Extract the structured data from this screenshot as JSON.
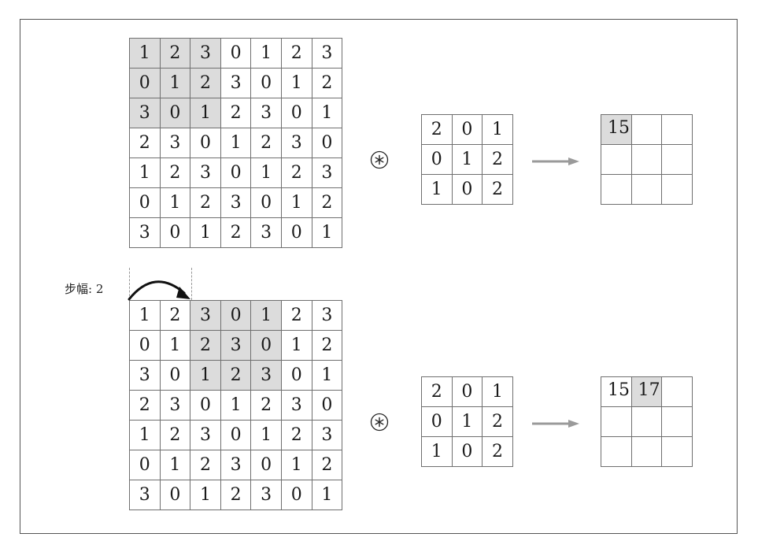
{
  "input_matrix": [
    [
      1,
      2,
      3,
      0,
      1,
      2,
      3
    ],
    [
      0,
      1,
      2,
      3,
      0,
      1,
      2
    ],
    [
      3,
      0,
      1,
      2,
      3,
      0,
      1
    ],
    [
      2,
      3,
      0,
      1,
      2,
      3,
      0
    ],
    [
      1,
      2,
      3,
      0,
      1,
      2,
      3
    ],
    [
      0,
      1,
      2,
      3,
      0,
      1,
      2
    ],
    [
      3,
      0,
      1,
      2,
      3,
      0,
      1
    ]
  ],
  "kernel": [
    [
      2,
      0,
      1
    ],
    [
      0,
      1,
      2
    ],
    [
      1,
      0,
      2
    ]
  ],
  "panels": [
    {
      "window_row": 0,
      "window_col": 0,
      "outputs": [
        "15"
      ],
      "highlight_output_index": 0,
      "stride_label": ""
    },
    {
      "window_row": 0,
      "window_col": 2,
      "outputs": [
        "15",
        "17"
      ],
      "highlight_output_index": 1,
      "stride_label": "步幅: 2"
    }
  ],
  "output_size": 3,
  "colors": {
    "highlight": "#dcdcdc",
    "border": "#6f6f6f",
    "arrow": "#9a9a9a"
  },
  "icons": {
    "operator": "circled-asterisk-icon",
    "arrow": "arrow-right-icon",
    "stride": "curved-arrow-icon"
  }
}
